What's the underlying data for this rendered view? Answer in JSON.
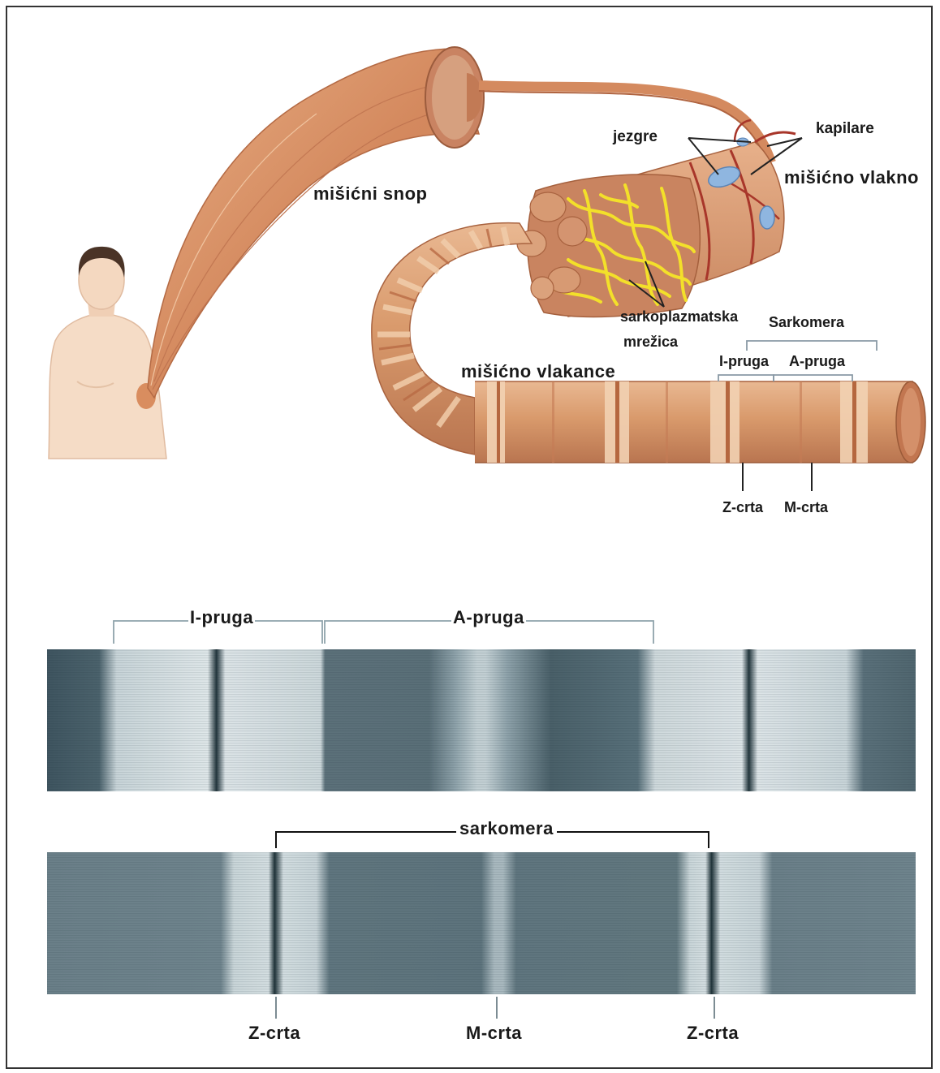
{
  "labels": {
    "misicni_snop": "mišićni snop",
    "jezgre": "jezgre",
    "kapilare": "kapilare",
    "misicno_vlakno": "mišićno vlakno",
    "sarkoplazmatska": "sarkoplazmatska",
    "mrezica": "mrežica",
    "sarkomera_top": "Sarkomera",
    "i_pruga_top": "I-pruga",
    "a_pruga_top": "A-pruga",
    "misicno_vlakance": "mišićno vlakance",
    "z_crta_top": "Z-crta",
    "m_crta_top": "M-crta",
    "i_pruga_em": "I-pruga",
    "a_pruga_em": "A-pruga",
    "sarkomera_em": "sarkomera",
    "z_crta_left": "Z-crta",
    "m_crta_bottom": "M-crta",
    "z_crta_right": "Z-crta"
  },
  "colors": {
    "muscle": "#d99a6c",
    "muscle_dark": "#b96b45",
    "muscle_light": "#f0c9a4",
    "reticulum": "#f3e02a",
    "nucleus": "#8fb6e0",
    "capillary": "#a8362a",
    "em_dark": "#2c4048",
    "em_light": "#dfe6e8"
  }
}
